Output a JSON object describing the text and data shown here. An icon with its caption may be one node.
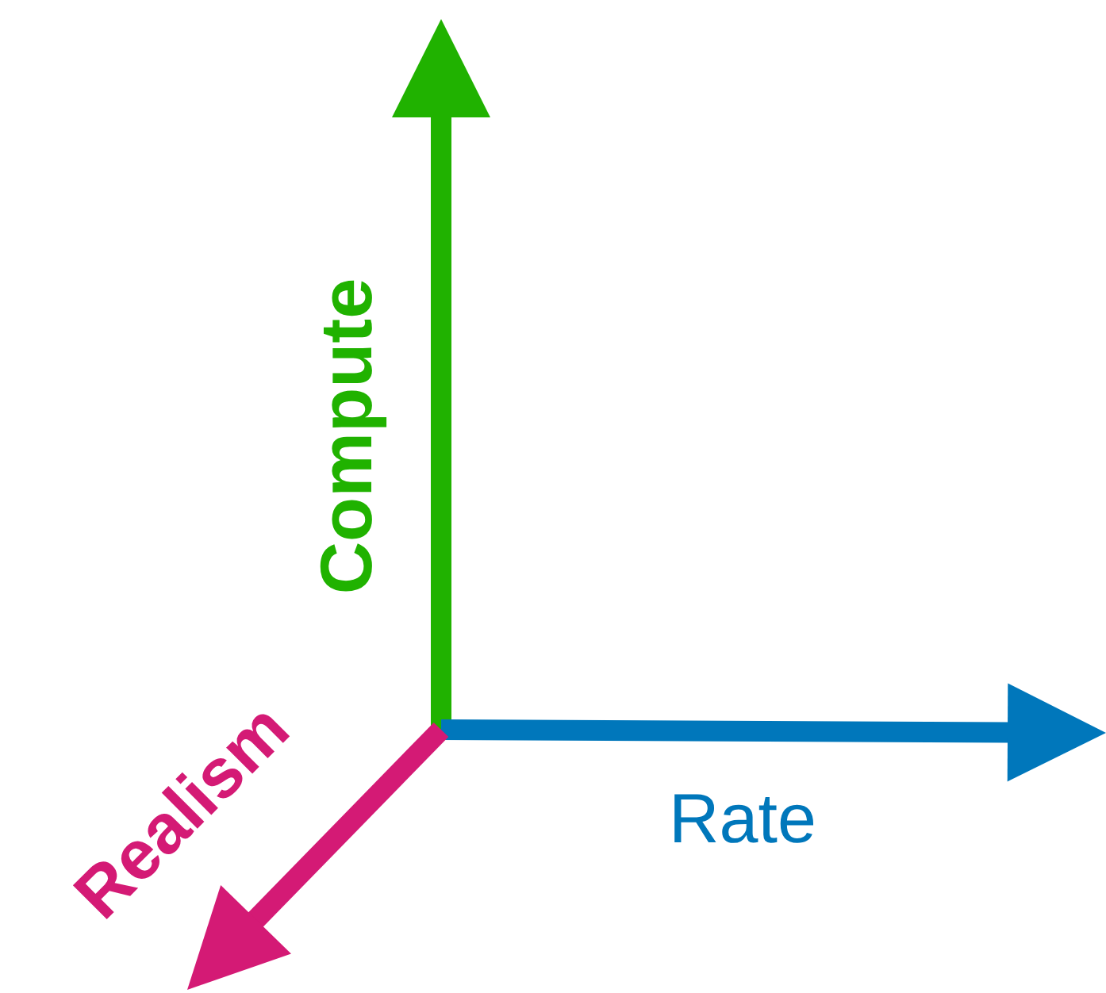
{
  "diagram": {
    "labels": [
      "Compute",
      "Rate",
      "Realism"
    ]
  }
}
